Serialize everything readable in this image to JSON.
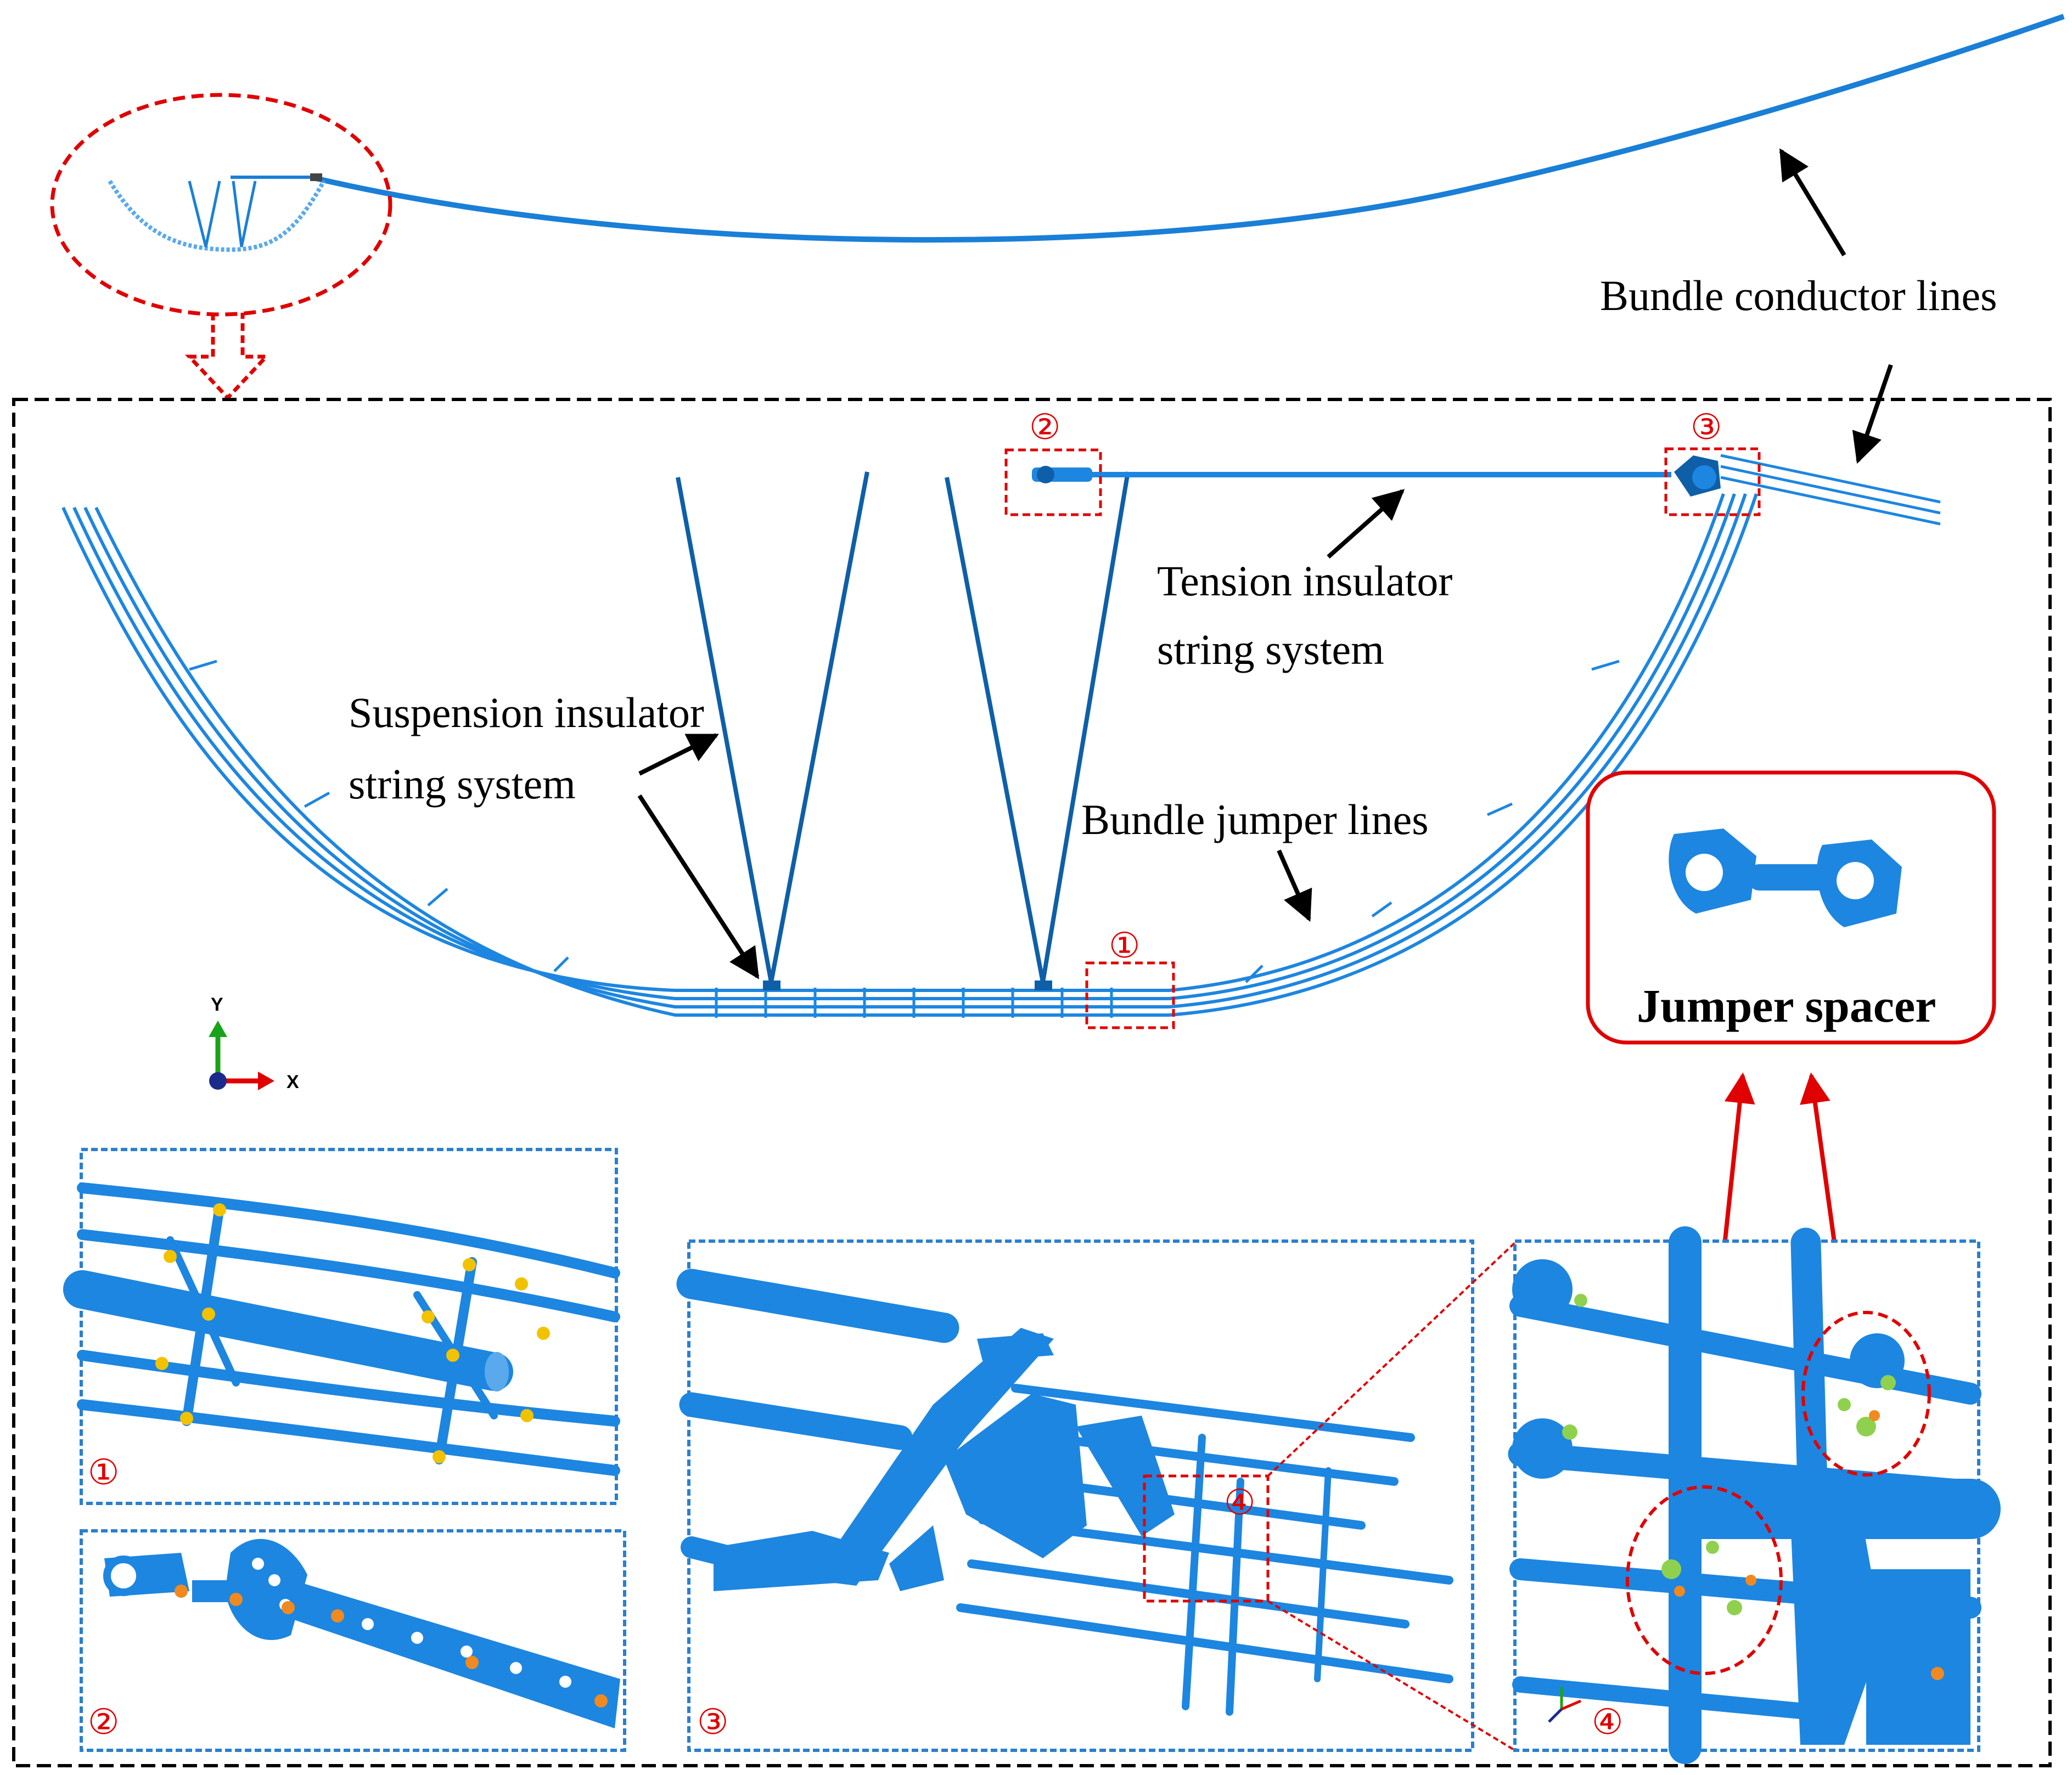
{
  "labels": {
    "bundle_conductor_lines": "Bundle conductor lines",
    "tension_line1": "Tension   insulator",
    "tension_line2": "string system",
    "suspension_line1": "Suspension insulator",
    "suspension_line2": "string system",
    "bundle_jumper_lines": "Bundle jumper lines",
    "jumper_spacer": "Jumper spacer"
  },
  "markers": {
    "m1": "①",
    "m2": "②",
    "m3": "③",
    "m4": "④"
  },
  "axes": {
    "y": "Y",
    "x": "X"
  },
  "colors": {
    "line_blue": "#1a7fd6",
    "model_blue": "#1d86e0",
    "dark_blue": "#0e5fa8",
    "annot_red": "#e00000",
    "frame_dash": "#000000",
    "inset_dash": "#2a7fd0",
    "node_yellow": "#f2c200",
    "node_orange": "#f08a20"
  }
}
